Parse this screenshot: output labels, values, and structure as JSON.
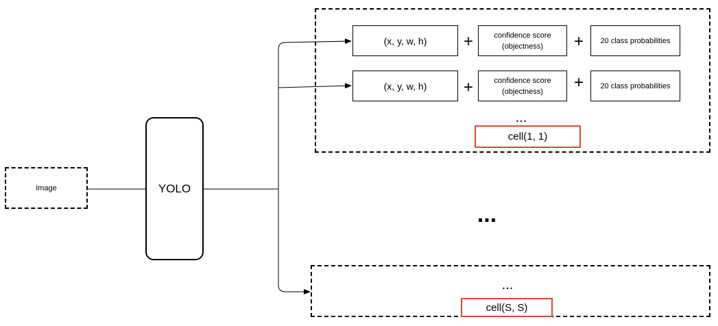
{
  "input": {
    "label": "Image"
  },
  "model": {
    "label": "YOLO"
  },
  "cell_1_1": {
    "rows": [
      {
        "bbox": "(x, y, w, h)",
        "plus1": "+",
        "confidence_line1": "confidence score",
        "confidence_line2": "(objectness)",
        "plus2": "+",
        "classes": "20 class probabilities"
      },
      {
        "bbox": "(x, y, w, h)",
        "plus1": "+",
        "confidence_line1": "confidence score",
        "confidence_line2": "(objectness)",
        "plus2": "+",
        "classes": "20 class probabilities"
      }
    ],
    "ellipsis": "...",
    "label": "cell(1, 1)"
  },
  "middle_ellipsis": "...",
  "cell_s_s": {
    "ellipsis": "...",
    "label": "cell(S, S)"
  },
  "colors": {
    "stroke": "#000000",
    "cell_label_border": "#d84a30"
  }
}
